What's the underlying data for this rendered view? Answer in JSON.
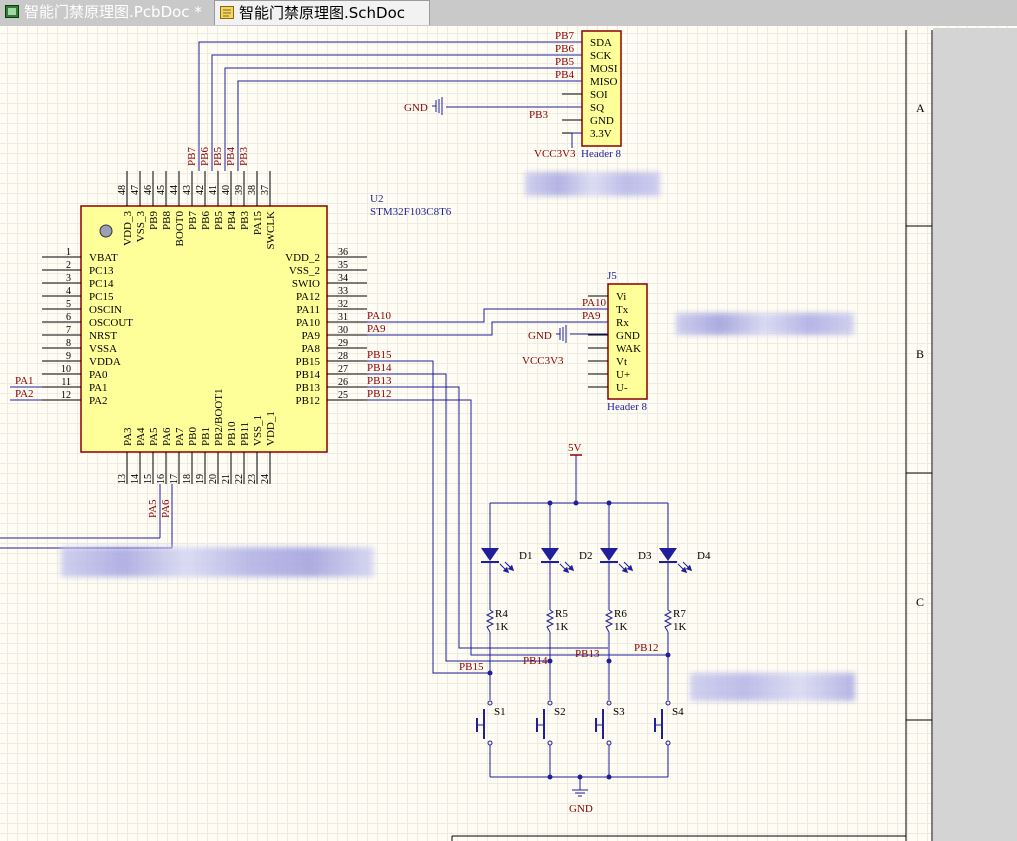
{
  "tabs": [
    {
      "label": "智能门禁原理图.PcbDoc *",
      "active": false
    },
    {
      "label": "智能门禁原理图.SchDoc",
      "active": true
    }
  ],
  "zones": [
    "A",
    "B",
    "C"
  ],
  "mcu": {
    "designator": "U2",
    "part": "STM32F103C8T6",
    "left_pins": [
      {
        "num": "1",
        "name": "VBAT"
      },
      {
        "num": "2",
        "name": "PC13"
      },
      {
        "num": "3",
        "name": "PC14"
      },
      {
        "num": "4",
        "name": "PC15"
      },
      {
        "num": "5",
        "name": "OSCIN"
      },
      {
        "num": "6",
        "name": "OSCOUT"
      },
      {
        "num": "7",
        "name": "NRST"
      },
      {
        "num": "8",
        "name": "VSSA"
      },
      {
        "num": "9",
        "name": "VDDA"
      },
      {
        "num": "10",
        "name": "PA0"
      },
      {
        "num": "11",
        "name": "PA1"
      },
      {
        "num": "12",
        "name": "PA2"
      }
    ],
    "right_pins": [
      {
        "num": "36",
        "name": "VDD_2"
      },
      {
        "num": "35",
        "name": "VSS_2"
      },
      {
        "num": "34",
        "name": "SWIO"
      },
      {
        "num": "33",
        "name": "PA12"
      },
      {
        "num": "32",
        "name": "PA11"
      },
      {
        "num": "31",
        "name": "PA10"
      },
      {
        "num": "30",
        "name": "PA9"
      },
      {
        "num": "29",
        "name": "PA8"
      },
      {
        "num": "28",
        "name": "PB15"
      },
      {
        "num": "27",
        "name": "PB14"
      },
      {
        "num": "26",
        "name": "PB13"
      },
      {
        "num": "25",
        "name": "PB12"
      }
    ],
    "top_pins": [
      {
        "num": "48",
        "name": "VDD_3"
      },
      {
        "num": "47",
        "name": "VSS_3"
      },
      {
        "num": "46",
        "name": "PB9"
      },
      {
        "num": "45",
        "name": "PB8"
      },
      {
        "num": "44",
        "name": "BOOT0"
      },
      {
        "num": "43",
        "name": "PB7"
      },
      {
        "num": "42",
        "name": "PB6"
      },
      {
        "num": "41",
        "name": "PB5"
      },
      {
        "num": "40",
        "name": "PB4"
      },
      {
        "num": "39",
        "name": "PB3"
      },
      {
        "num": "38",
        "name": "PA15"
      },
      {
        "num": "37",
        "name": "SWCLK"
      }
    ],
    "bottom_pins": [
      {
        "num": "13",
        "name": "PA3"
      },
      {
        "num": "14",
        "name": "PA4"
      },
      {
        "num": "15",
        "name": "PA5"
      },
      {
        "num": "16",
        "name": "PA6"
      },
      {
        "num": "17",
        "name": "PA7"
      },
      {
        "num": "18",
        "name": "PB0"
      },
      {
        "num": "19",
        "name": "PB1"
      },
      {
        "num": "20",
        "name": "PB2/BOOT1"
      },
      {
        "num": "21",
        "name": "PB10"
      },
      {
        "num": "22",
        "name": "PB11"
      },
      {
        "num": "23",
        "name": "VSS_1"
      },
      {
        "num": "24",
        "name": "VDD_1"
      }
    ]
  },
  "header_top": {
    "pins": [
      "SDA",
      "SCK",
      "MOSI",
      "MISO",
      "SOI",
      "SQ",
      "GND",
      "3.3V"
    ],
    "nets": [
      "PB7",
      "PB6",
      "PB5",
      "PB4"
    ],
    "net_pb3": "PB3",
    "gnd": "GND",
    "vcc": "VCC3V3",
    "comment": "Header 8"
  },
  "header_j5": {
    "designator": "J5",
    "pins": [
      "Vi",
      "Tx",
      "Rx",
      "GND",
      "WAK",
      "Vt",
      "U+",
      "U-"
    ],
    "nets": [
      "PA10",
      "PA9"
    ],
    "gnd": "GND",
    "vcc": "VCC3V3",
    "comment": "Header 8"
  },
  "net_labels": {
    "top_pb": [
      "PB7",
      "PB6",
      "PB5",
      "PB4",
      "PB3"
    ],
    "right": [
      "PA10",
      "PA9",
      "PB15",
      "PB14",
      "PB13",
      "PB12"
    ],
    "left": [
      "PA1",
      "PA2"
    ],
    "bottom": [
      "PA5",
      "PA6"
    ]
  },
  "led_circuit": {
    "supply": "5V",
    "leds": [
      "D1",
      "D2",
      "D3",
      "D4"
    ],
    "resistors": [
      {
        "ref": "R4",
        "value": "1K"
      },
      {
        "ref": "R5",
        "value": "1K"
      },
      {
        "ref": "R6",
        "value": "1K"
      },
      {
        "ref": "R7",
        "value": "1K"
      }
    ],
    "switches": [
      "S1",
      "S2",
      "S3",
      "S4"
    ],
    "nets": [
      "PB15",
      "PB14",
      "PB13",
      "PB12"
    ],
    "ground": "GND"
  },
  "colors": {
    "wire": "#1f1f9c",
    "net_label": "#8b0000",
    "component_fill": "#ffff99",
    "component_border": "#8b0000",
    "pin": "#000000",
    "tab_active_bg": "#f2f2f2",
    "tab_bar_bg": "#c9c9c9"
  }
}
